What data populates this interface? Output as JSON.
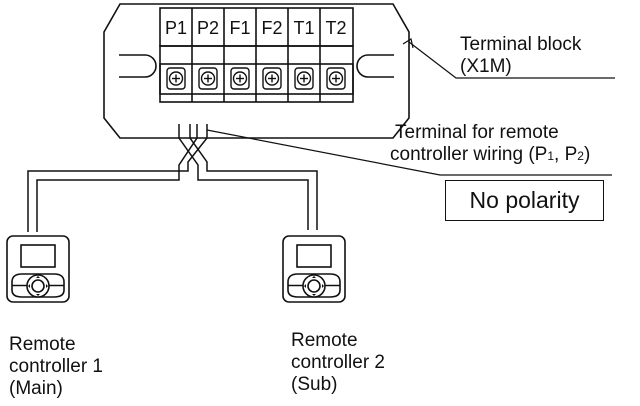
{
  "terminal_block": {
    "terminals": [
      "P1",
      "P2",
      "F1",
      "F2",
      "T1",
      "T2"
    ],
    "label_line1": "Terminal block",
    "label_line2": "(X1M)"
  },
  "remote_terminal_label": {
    "line1": "Terminal for remote",
    "line2_prefix": "controller wiring (P",
    "sub1": "1",
    "mid": ", P",
    "sub2": "2",
    "suffix": ")"
  },
  "polarity_note": "No polarity",
  "controllers": [
    {
      "line1": "Remote",
      "line2": "controller 1",
      "line3": "(Main)"
    },
    {
      "line1": "Remote",
      "line2": "controller 2",
      "line3": "(Sub)"
    }
  ]
}
